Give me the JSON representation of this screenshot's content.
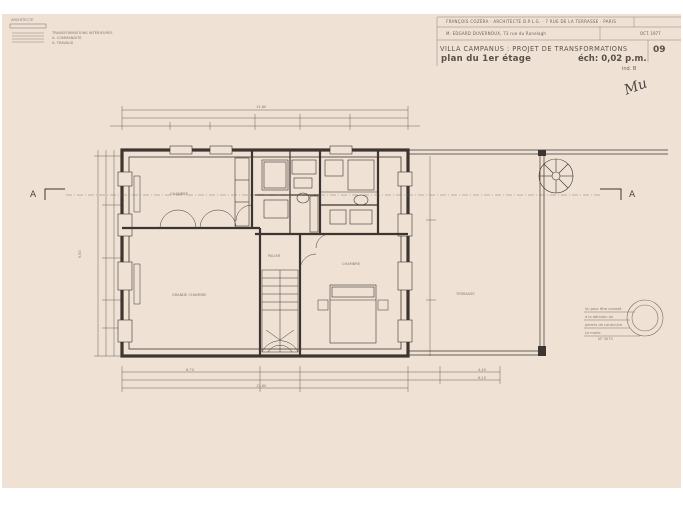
{
  "header": {
    "architect": "FRANÇOIS COZÉRA · ARCHITECTE D.P.L.G. · 7 RUE DE LA TERRASSE · PARIS",
    "client": "M. EDGARD DUVERNOUX, 73 rue du Ranelagh",
    "date": "OCT. 1977",
    "project_title": "VILLA CAMPANUS : PROJET DE TRANSFORMATIONS",
    "plan_title": "plan du 1er étage",
    "scale": "éch: 0,02 p.m.",
    "sheet_number": "09",
    "reference": "ind. B",
    "signature": "Mu"
  },
  "left_margin": {
    "logo_label": "ARCHITECTE",
    "lines": [
      "TRANSFORMATIONS INTÉRIEURES",
      "A. COMMANDITE",
      "A. TRAVAUX"
    ]
  },
  "section_markers": {
    "left": "A",
    "right": "A"
  },
  "rooms": {
    "bedroom_nw": "CHAMBRE",
    "living": "GRANDE CHAMBRE",
    "landing": "PALIER",
    "bedroom_se": "CHAMBRE",
    "terrace": "TERRASSE"
  },
  "dimensions": {
    "overall_top": "12,60",
    "overall_bottom_1": "6,70",
    "overall_bottom_2": "12,60",
    "right_1": "4,40",
    "right_2": "6,10",
    "left_total": "9,50"
  },
  "stamp": {
    "lines": [
      "Vu pour être annexé",
      "à la décision du",
      "permis de construire",
      "Le maire",
      "N° 3075"
    ]
  },
  "colors": {
    "paper": "#efe2d5",
    "line": "#3c3531",
    "light_line": "#8a7f77"
  }
}
